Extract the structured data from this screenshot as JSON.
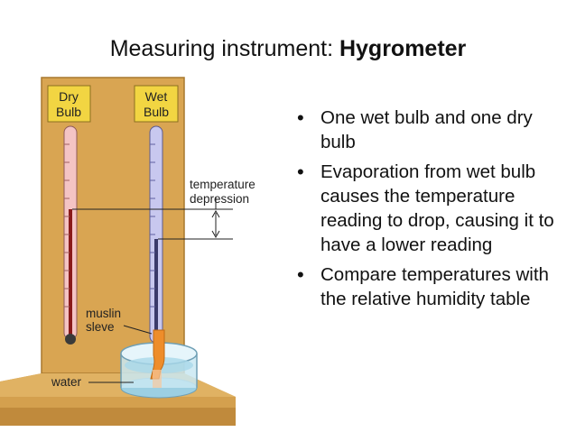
{
  "slide": {
    "title_prefix": "Measuring instrument: ",
    "title_bold": "Hygrometer"
  },
  "diagram": {
    "dry_bulb_label": [
      "Dry",
      "Bulb"
    ],
    "wet_bulb_label": [
      "Wet",
      "Bulb"
    ],
    "depression_label": [
      "temperature",
      "depression"
    ],
    "muslin_label": [
      "muslin",
      "sleve"
    ],
    "water_label": "water"
  },
  "bullets": [
    "One wet bulb and one dry bulb",
    "Evaporation from wet bulb causes the temperature reading to drop, causing it to have a lower reading",
    "Compare temperatures with the relative humidity table"
  ]
}
